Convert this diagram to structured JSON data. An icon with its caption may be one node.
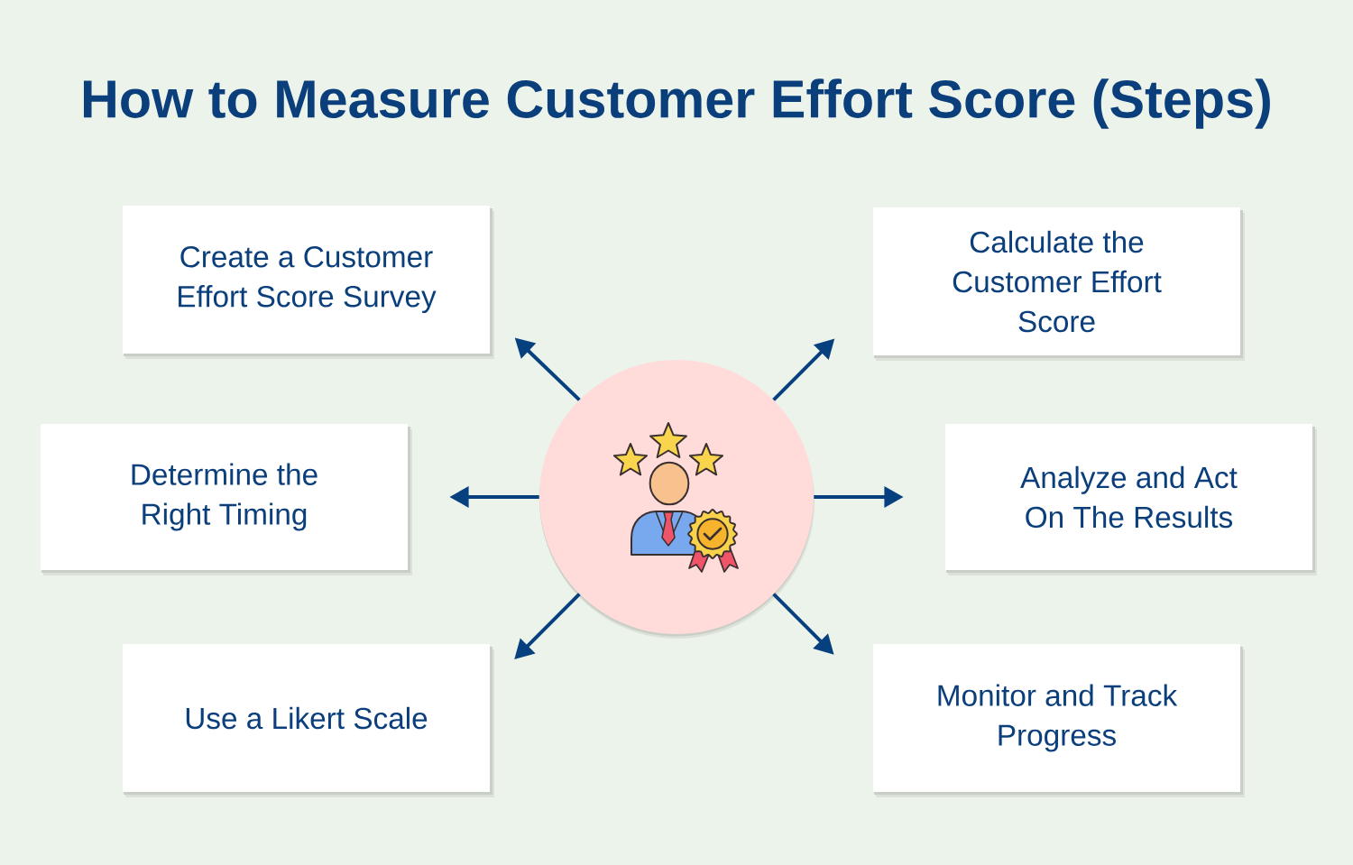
{
  "diagram": {
    "title": "How to Measure Customer Effort Score (Steps)",
    "nodes": [
      {
        "text": [
          "Create a Customer Effort Score Survey"
        ]
      },
      {
        "text": [
          "Calculate the Customer Effort Score"
        ]
      },
      {
        "text": [
          "Determine the Right Timing"
        ]
      },
      {
        "text": [],
        "shape": "circle"
      },
      {
        "text": [
          "Analyze and Act On The Results"
        ]
      },
      {
        "text": [
          "Use a Likert Scale"
        ]
      },
      {
        "text": [
          "Monitor and Track Progress"
        ]
      }
    ],
    "edges": [
      {
        "from": 3,
        "to": 0,
        "arrow": "to"
      },
      {
        "from": 3,
        "to": 1,
        "arrow": "to"
      },
      {
        "from": 3,
        "to": 2,
        "arrow": "to"
      },
      {
        "from": 3,
        "to": 4,
        "arrow": "to"
      },
      {
        "from": 3,
        "to": 5,
        "arrow": "to"
      },
      {
        "from": 3,
        "to": 6,
        "arrow": "to"
      }
    ]
  }
}
